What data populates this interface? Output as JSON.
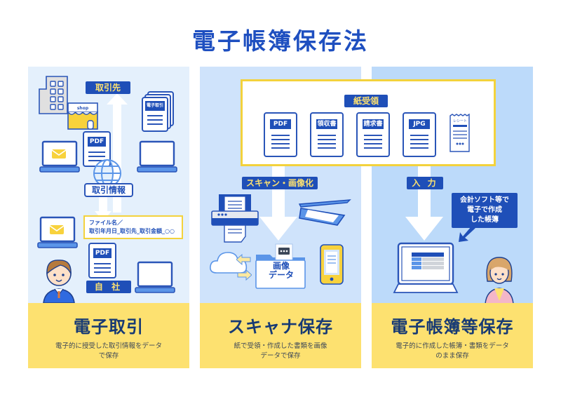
{
  "title": "電子帳簿保存法",
  "colors": {
    "title": "#1e4fc0",
    "brand_blue": "#1f4fb8",
    "accent_yellow": "#fde170",
    "panel1_bg": "#e4f0fc",
    "panel2_bg": "#cfe3fb",
    "panel3_bg": "#bcdafa",
    "footer_heading": "#173a74"
  },
  "panels": [
    {
      "id": "electronic-transaction",
      "labels": {
        "counterparty": "取引先",
        "shop_sign": "shop",
        "e_doc_label": "電子取引",
        "pdf_label": "PDF",
        "transaction_info": "取引情報",
        "filename_line1": "ファイル名／",
        "filename_line2": "取引年月日_取引先_取引金額_○○",
        "own_company": "自 社"
      },
      "heading": "電子取引",
      "description_line1": "電子的に授受した取引情報をデータ",
      "description_line2": "で保存"
    },
    {
      "id": "scanner-storage",
      "labels": {
        "paper_received": "紙受領",
        "documents": [
          "PDF",
          "領収書",
          "請求書",
          "JPG"
        ],
        "receipt_label": "レシート",
        "scan": "スキャン・画像化",
        "image_data_line1": "画像",
        "image_data_line2": "データ"
      },
      "heading": "スキャナ保存",
      "description_line1": "紙で受領・作成した書類を画像",
      "description_line2": "データで保存"
    },
    {
      "id": "electronic-books",
      "labels": {
        "input": "入 力",
        "software_line1": "会計ソフト等で",
        "software_line2": "電子で作成",
        "software_line3": "した帳簿"
      },
      "heading": "電子帳簿等保存",
      "description_line1": "電子的に作成した帳簿・書類をデータ",
      "description_line2": "のまま保存"
    }
  ]
}
